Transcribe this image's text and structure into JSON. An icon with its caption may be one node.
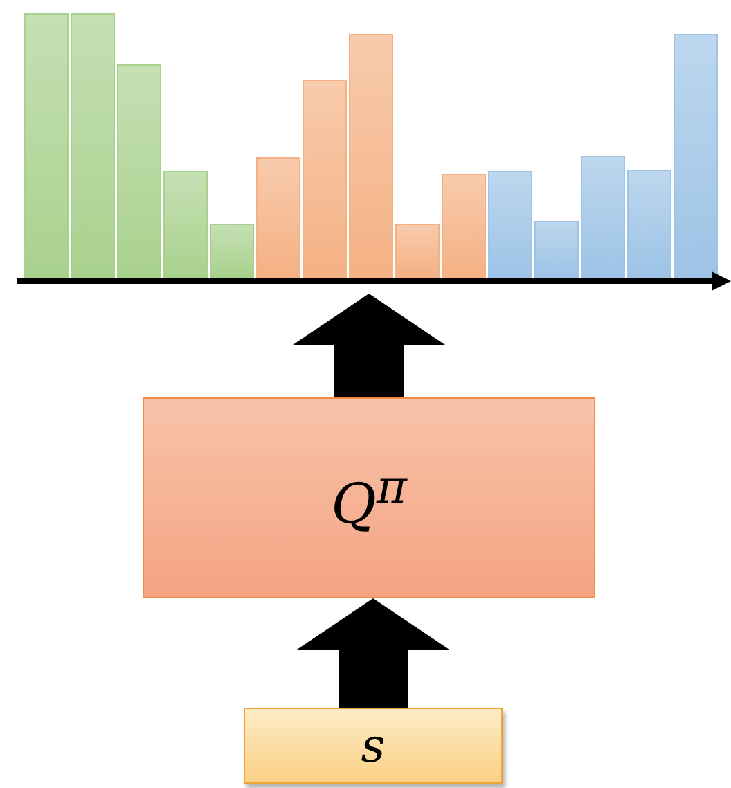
{
  "diagram": {
    "nodes": [
      {
        "text": [],
        "shape": "picture"
      },
      {
        "text": [
          "*Q*$^{π}$"
        ]
      },
      {
        "text": [
          "s"
        ]
      }
    ],
    "edges": [
      {
        "from": 2,
        "to": 1,
        "arrow": "to"
      },
      {
        "from": 1,
        "to": 0,
        "arrow": "to"
      }
    ]
  }
}
